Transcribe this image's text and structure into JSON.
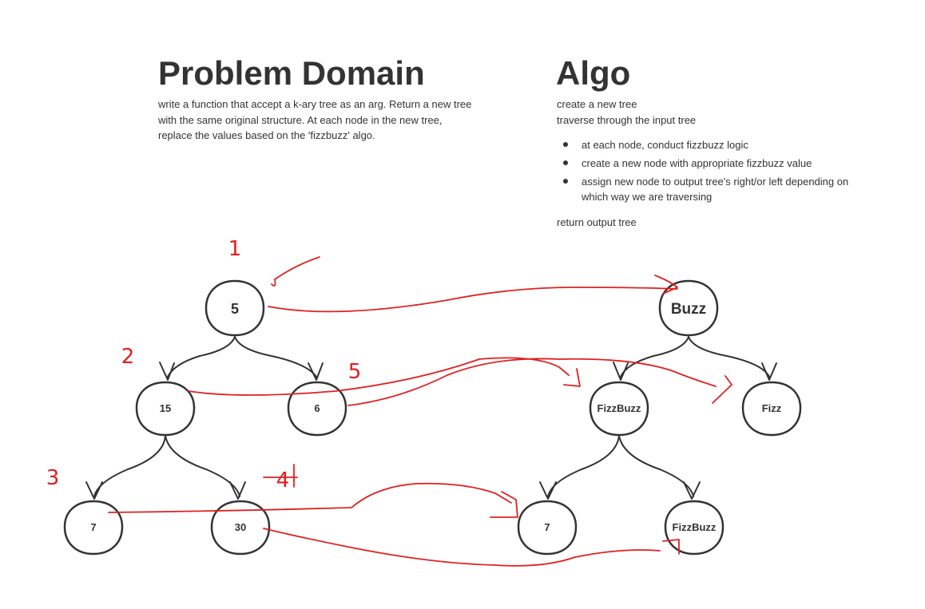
{
  "problem_domain": {
    "title": "Problem Domain",
    "description": "write a function that accept a k-ary tree as an arg. Return a new tree with the same original structure. At each node in the new tree, replace the values based on the 'fizzbuzz' algo."
  },
  "algo": {
    "title": "Algo",
    "lines": [
      "create a new tree",
      "traverse through the input tree"
    ],
    "bullets": [
      "at each node, conduct fizzbuzz logic",
      "create a new node with appropriate fizzbuzz value",
      "assign new node to output tree's right/or left depending on which way we are traversing"
    ],
    "return_line": "return output tree"
  },
  "input_tree": {
    "root": "5",
    "level1": [
      "15",
      "6"
    ],
    "level2": [
      "7",
      "30"
    ]
  },
  "output_tree": {
    "root": "Buzz",
    "level1": [
      "FizzBuzz",
      "Fizz"
    ],
    "level2": [
      "7",
      "FizzBuzz"
    ]
  },
  "traversal_order_marks": [
    "1",
    "2",
    "3",
    "4",
    "5"
  ],
  "colors": {
    "ink": "#333333",
    "annotation": "#e02020"
  }
}
